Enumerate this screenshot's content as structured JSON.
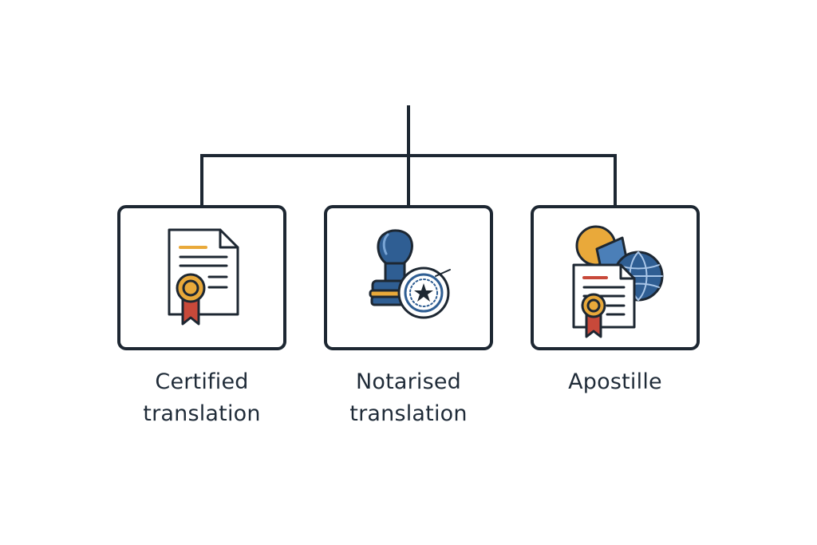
{
  "colors": {
    "line": "#1d2732",
    "gold": "#e9a93a",
    "ribbon": "#c8493a",
    "blue": "#2f5e93",
    "blue_light": "#4b7fb8",
    "paper": "#ffffff"
  },
  "nodes": [
    {
      "id": "certified",
      "icon": "certificate-icon",
      "label_lines": [
        "Certified",
        "translation"
      ]
    },
    {
      "id": "notarised",
      "icon": "notary-stamp-icon",
      "label_lines": [
        "Notarised",
        "translation"
      ]
    },
    {
      "id": "apostille",
      "icon": "apostille-globe-icon",
      "label_lines": [
        "Apostille"
      ]
    }
  ]
}
